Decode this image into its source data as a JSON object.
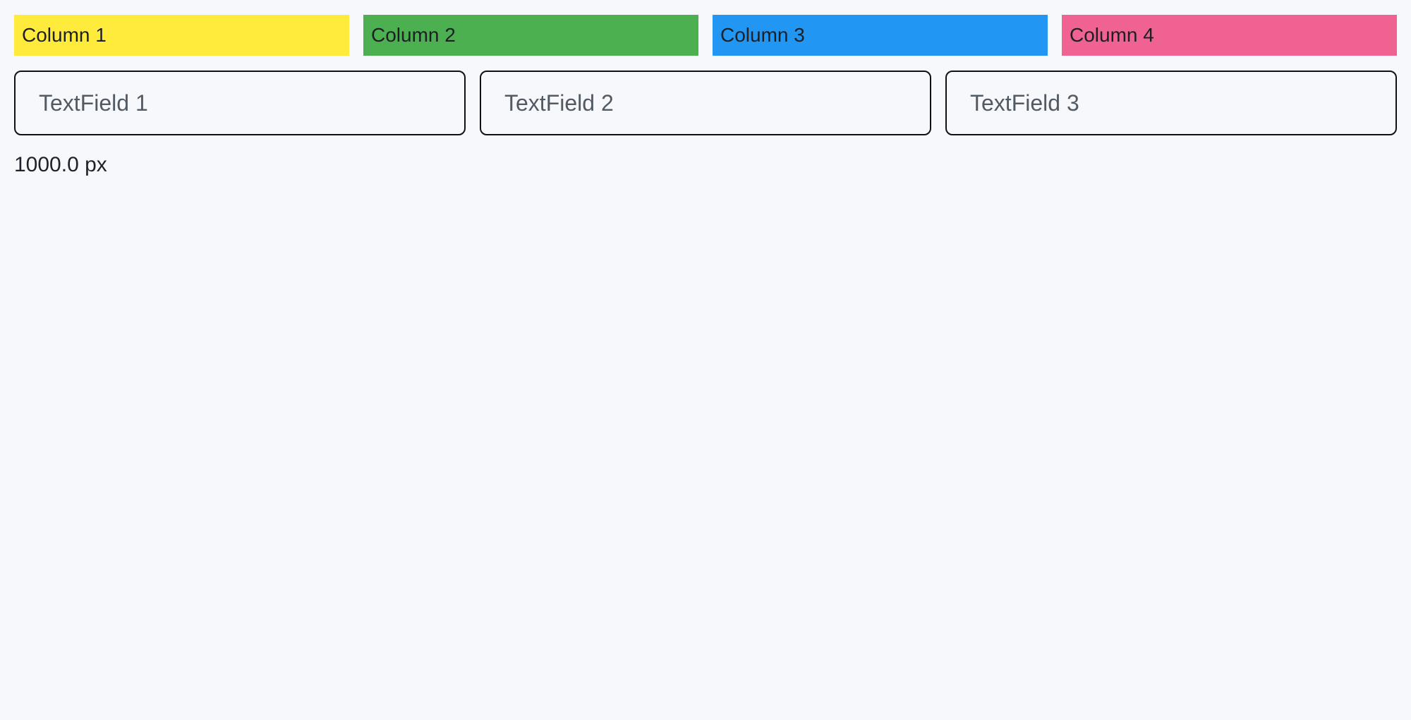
{
  "columns": [
    {
      "label": "Column 1",
      "color": "#FFEB3B"
    },
    {
      "label": "Column 2",
      "color": "#4CAF50"
    },
    {
      "label": "Column 3",
      "color": "#2196F3"
    },
    {
      "label": "Column 4",
      "color": "#F06292"
    }
  ],
  "text_fields": [
    {
      "placeholder": "TextField 1",
      "value": ""
    },
    {
      "placeholder": "TextField 2",
      "value": ""
    },
    {
      "placeholder": "TextField 3",
      "value": ""
    }
  ],
  "status": {
    "screen_width_label": "1000.0 px"
  },
  "colors": {
    "background": "#F7F8FC",
    "field_border": "#0E1116",
    "placeholder_text": "#525A63",
    "column_label_text": "#1C1F24",
    "width_label_text": "#1E222A"
  }
}
